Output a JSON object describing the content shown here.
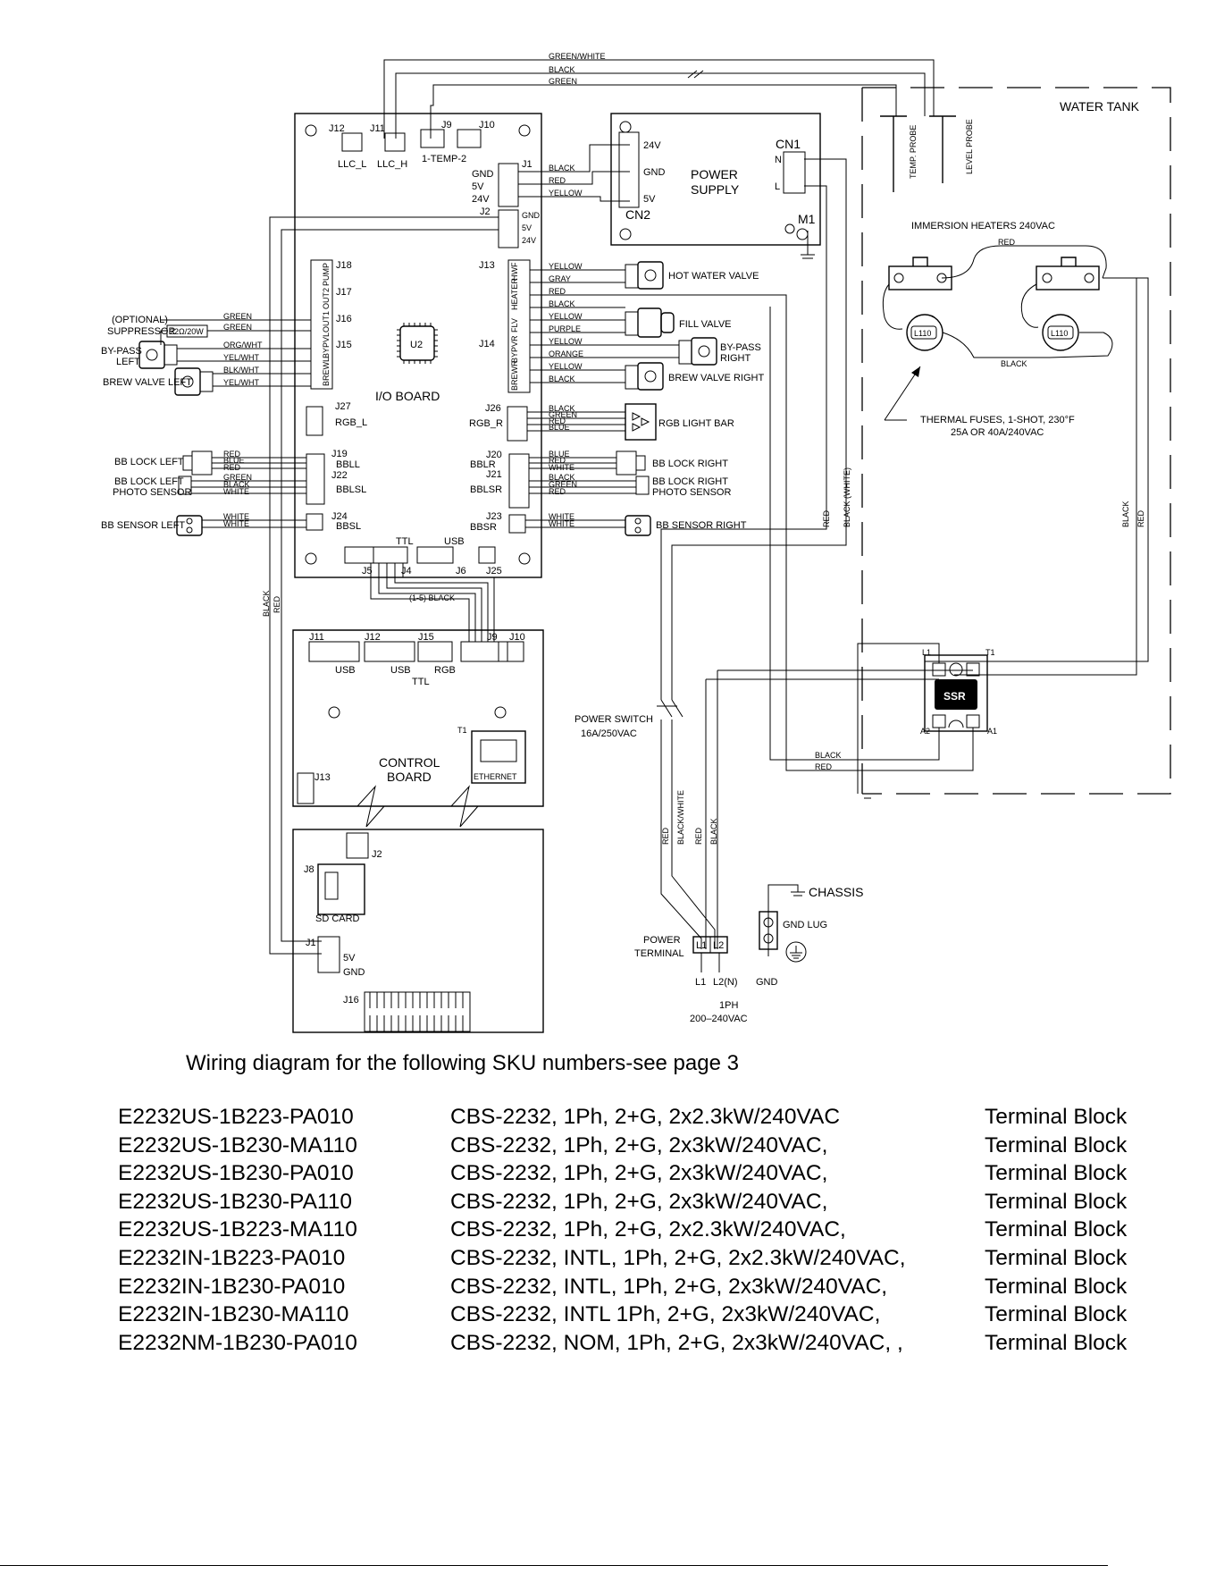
{
  "diagram": {
    "top_wires": [
      "GREEN/WHITE",
      "BLACK",
      "GREEN"
    ],
    "water_tank": "WATER TANK",
    "temp_probe": "TEMP. PROBE",
    "level_probe": "LEVEL PROBE",
    "io_board": {
      "title": "I/O BOARD",
      "chip": "U2",
      "connectors": {
        "j12": "J12",
        "j11": "J11",
        "j9": "J9",
        "j10": "J10",
        "llc_l": "LLC_L",
        "llc_h": "LLC_H",
        "temp": "1-TEMP-2",
        "j1": "J1",
        "j2": "J2",
        "j13": "J13",
        "j14": "J14",
        "j15": "J15",
        "j16": "J16",
        "j17": "J17",
        "j18": "J18",
        "j19": "J19",
        "j20": "J20",
        "j21": "J21",
        "j22": "J22",
        "j23": "J23",
        "j24": "J24",
        "j25": "J25",
        "j26": "J26",
        "j27": "J27",
        "j4": "J4",
        "j5": "J5",
        "j6": "J6",
        "bbll": "BBLL",
        "bblsl": "BBLSL",
        "bbsl": "BBSL",
        "bblr": "BBLR",
        "bblsr": "BBLSR",
        "bbsr": "BBSR",
        "rgb_l": "RGB_L",
        "rgb_r": "RGB_R",
        "ttl": "TTL",
        "usb": "USB"
      },
      "j1_pins": [
        "GND",
        "5V",
        "24V"
      ],
      "j2_pins": [
        "GND",
        "5V",
        "24V"
      ],
      "side_left": [
        "PUMP",
        "OUT2",
        "OUT1",
        "BYPVL",
        "BREWL"
      ],
      "side_right": [
        "HWF",
        "HEATER",
        "FLV",
        "BYPVR",
        "BREWR"
      ]
    },
    "power_supply": {
      "title_line1": "POWER",
      "title_line2": "SUPPLY",
      "cn1": "CN1",
      "cn2": "CN2",
      "m1": "M1",
      "n": "N",
      "l": "L",
      "cn2_pins": [
        "24V",
        "GND",
        "5V"
      ],
      "wires": [
        "BLACK",
        "RED",
        "YELLOW"
      ]
    },
    "left_devices": {
      "optional": "(OPTIONAL)",
      "suppressor": "SUPPRESSOR",
      "resistor": "22Ω/20W",
      "bypass_line1": "BY-PASS",
      "bypass_line2": "LEFT",
      "brew_valve_left": "BREW VALVE LEFT",
      "bb_lock_left": "BB LOCK LEFT",
      "bb_lock_left_photo1": "BB LOCK LEFT",
      "bb_lock_left_photo2": "PHOTO SENSOR",
      "bb_sensor_left": "BB SENSOR LEFT",
      "wires_suppressor": [
        "GREEN",
        "GREEN"
      ],
      "wires_valves": [
        "ORG/WHT",
        "YEL/WHT",
        "BLK/WHT",
        "YEL/WHT"
      ],
      "wires_lock": [
        "RED",
        "BLUE",
        "RED",
        "GREEN",
        "BLACK",
        "WHITE"
      ],
      "wires_sensor": [
        "WHITE",
        "WHITE"
      ]
    },
    "right_devices": {
      "hot_water_valve": "HOT WATER VALVE",
      "fill_valve": "FILL VALVE",
      "bypass_right1": "BY-PASS",
      "bypass_right2": "RIGHT",
      "brew_valve_right": "BREW VALVE RIGHT",
      "rgb_light_bar": "RGB LIGHT BAR",
      "bb_lock_right": "BB LOCK RIGHT",
      "bb_lock_right_photo1": "BB LOCK RIGHT",
      "bb_lock_right_photo2": "PHOTO SENSOR",
      "bb_sensor_right": "BB SENSOR RIGHT",
      "wires_valves": [
        "YELLOW",
        "GRAY",
        "RED",
        "BLACK",
        "YELLOW",
        "PURPLE",
        "YELLOW",
        "ORANGE",
        "YELLOW",
        "BLACK"
      ],
      "wires_rgb": [
        "BLACK",
        "GREEN",
        "RED",
        "BLUE"
      ],
      "wires_lock": [
        "BLUE",
        "RED",
        "WHITE",
        "BLACK",
        "GREEN",
        "RED"
      ],
      "wires_sensor": [
        "WHITE",
        "WHITE"
      ]
    },
    "heaters": {
      "title": "IMMERSION HEATERS 240VAC",
      "red": "RED",
      "black": "BLACK",
      "fuse": "L110",
      "fuses_line1": "THERMAL FUSES, 1-SHOT, 230°F",
      "fuses_line2": "25A OR 40A/240VAC"
    },
    "ribbon": "(1-5) BLACK",
    "side_black": "BLACK",
    "side_red": "RED",
    "mid_red": "RED",
    "mid_black_white": "BLACK (WHITE)",
    "right_black": "BLACK",
    "right_red": "RED",
    "control_board": {
      "title_line1": "CONTROL",
      "title_line2": "BOARD",
      "j11": "J11",
      "j12": "J12",
      "j15": "J15",
      "j9": "J9",
      "j10": "J10",
      "j13": "J13",
      "j8": "J8",
      "j2": "J2",
      "j1": "J1",
      "j16": "J16",
      "t1": "T1",
      "usb1": "USB",
      "usb2": "USB",
      "rgb": "RGB",
      "ttl": "TTL",
      "ethernet": "ETHERNET",
      "sd_card": "SD CARD",
      "pins": [
        "5V",
        "GND"
      ]
    },
    "ssr": {
      "label": "SSR",
      "l1": "L1",
      "t1": "T1",
      "a1": "A1",
      "a2": "A2",
      "black": "BLACK",
      "red": "RED"
    },
    "power_switch": {
      "line1": "POWER SWITCH",
      "line2": "16A/250VAC"
    },
    "power_terminal": {
      "line1": "POWER",
      "line2": "TERMINAL",
      "l1": "L1",
      "l2": "L2",
      "label_l1": "L1",
      "label_l2n": "L2(N)",
      "label_gnd": "GND",
      "phase": "1PH",
      "voltage": "200–240VAC",
      "wires": [
        "RED",
        "BLACK/WHITE",
        "RED",
        "BLACK"
      ]
    },
    "chassis": "CHASSIS",
    "gnd_lug": "GND LUG"
  },
  "caption": "Wiring diagram for the following SKU numbers-see page 3",
  "skus": [
    {
      "sku": "E2232US-1B223-PA010",
      "desc": "CBS-2232, 1Ph, 2+G, 2x2.3kW/240VAC",
      "type": "Terminal Block"
    },
    {
      "sku": "E2232US-1B230-MA110",
      "desc": "CBS-2232, 1Ph, 2+G, 2x3kW/240VAC,",
      "type": "Terminal Block"
    },
    {
      "sku": "E2232US-1B230-PA010",
      "desc": "CBS-2232, 1Ph, 2+G, 2x3kW/240VAC,",
      "type": "Terminal Block"
    },
    {
      "sku": "E2232US-1B230-PA110",
      "desc": "CBS-2232, 1Ph, 2+G, 2x3kW/240VAC,",
      "type": "Terminal Block"
    },
    {
      "sku": "E2232US-1B223-MA110",
      "desc": "CBS-2232, 1Ph, 2+G, 2x2.3kW/240VAC,",
      "type": "Terminal Block"
    },
    {
      "sku": "E2232IN-1B223-PA010",
      "desc": "CBS-2232, INTL,  1Ph, 2+G, 2x2.3kW/240VAC,",
      "type": "Terminal Block"
    },
    {
      "sku": "E2232IN-1B230-PA010",
      "desc": "CBS-2232, INTL,  1Ph, 2+G, 2x3kW/240VAC,",
      "type": "Terminal Block"
    },
    {
      "sku": "E2232IN-1B230-MA110",
      "desc": "CBS-2232, INTL 1Ph, 2+G, 2x3kW/240VAC,",
      "type": "Terminal Block"
    },
    {
      "sku": "E2232NM-1B230-PA010",
      "desc": "CBS-2232, NOM,  1Ph, 2+G, 2x3kW/240VAC, ,",
      "type": "Terminal Block"
    }
  ]
}
